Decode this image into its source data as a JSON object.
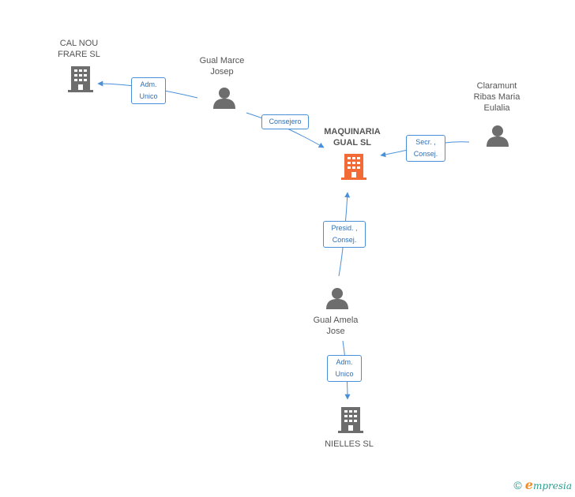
{
  "nodes": {
    "cal_nou": {
      "label": "CAL NOU\nFRARE SL",
      "type": "company"
    },
    "gual_marce": {
      "label": "Gual Marce\nJosep",
      "type": "person"
    },
    "claramunt": {
      "label": "Claramunt\nRibas Maria\nEulalia",
      "type": "person"
    },
    "maquinaria": {
      "label": "MAQUINARIA\nGUAL SL",
      "type": "company-main"
    },
    "gual_amela": {
      "label": "Gual Amela\nJose",
      "type": "person"
    },
    "nielles": {
      "label": "NIELLES SL",
      "type": "company"
    }
  },
  "edges": {
    "e1": {
      "label": "Adm.\nUnico"
    },
    "e2": {
      "label": "Consejero"
    },
    "e3": {
      "label": "Secr. ,\nConsej."
    },
    "e4": {
      "label": "Presid. ,\nConsej."
    },
    "e5": {
      "label": "Adm.\nUnico"
    }
  },
  "colors": {
    "edge": "#4a90d9",
    "company": "#6d6d6d",
    "main_company": "#f26a36",
    "person": "#6d6d6d"
  },
  "brand": {
    "copyright": "©",
    "e": "e",
    "rest": "mpresia"
  }
}
